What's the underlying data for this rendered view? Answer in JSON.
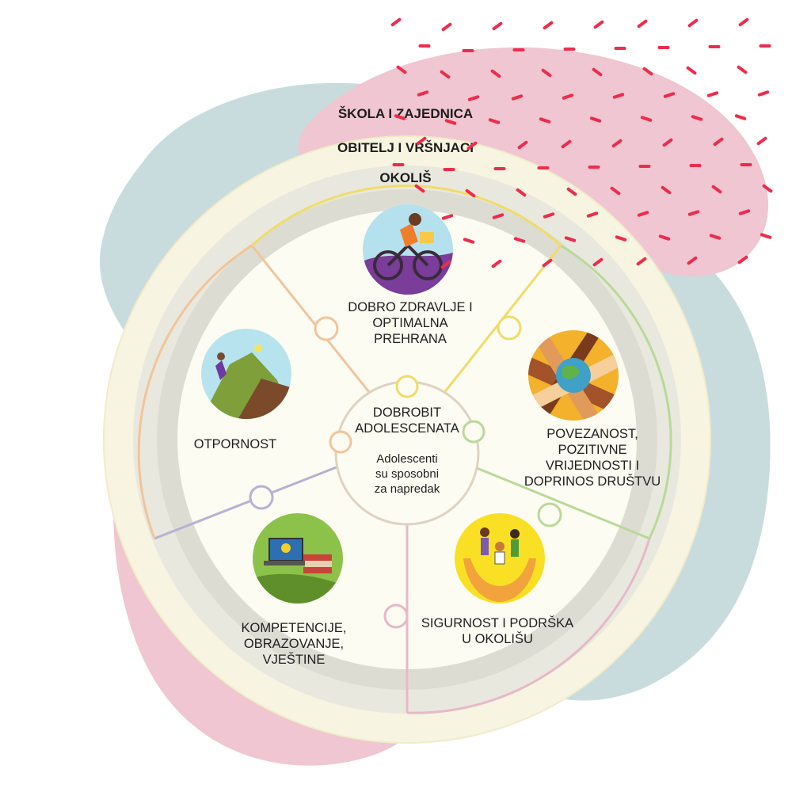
{
  "rings": {
    "outer": "ŠKOLA I ZAJEDNICA",
    "middle": "OBITELJ I VRŠNJACI",
    "inner": "OKOLIŠ"
  },
  "center": {
    "title_line1": "DOBROBIT",
    "title_line2": "ADOLESCENATA",
    "sub_line1": "Adolescenti",
    "sub_line2": "su sposobni",
    "sub_line3": "za napredak"
  },
  "segments": {
    "health": {
      "line1": "DOBRO ZDRAVLJE I",
      "line2": "OPTIMALNA",
      "line3": "PREHRANA",
      "icon": "cyclist-icon",
      "border_color": "#f0dc6a"
    },
    "connectedness": {
      "line1": "POVEZANOST,",
      "line2": "POZITIVNE",
      "line3": "VRIJEDNOSTI I",
      "line4": "DOPRINOS DRUŠTVU",
      "icon": "joined-hands-globe-icon",
      "border_color": "#b9d99a"
    },
    "safety": {
      "line1": "SIGURNOST I PODRŠKA",
      "line2": "U OKOLIŠU",
      "icon": "supporting-hands-icon",
      "border_color": "#e7b8c9"
    },
    "competence": {
      "line1": "KOMPETENCIJE,",
      "line2": "OBRAZOVANJE,",
      "line3": "VJEŠTINE",
      "icon": "laptop-books-icon",
      "border_color": "#b7b1d3"
    },
    "resilience": {
      "line1": "OTPORNOST",
      "icon": "mountain-climber-icon",
      "border_color": "#f2c49b"
    }
  },
  "colors": {
    "pink_blob": "#efc6d1",
    "grey_blob": "#c8dcdd",
    "dash_red": "#ee2c4c",
    "ring_cream": "#f7f4e2",
    "ring_grey1": "#e9e8de",
    "ring_grey2": "#dddcd3",
    "segment_fill": "#fdfcf2"
  }
}
